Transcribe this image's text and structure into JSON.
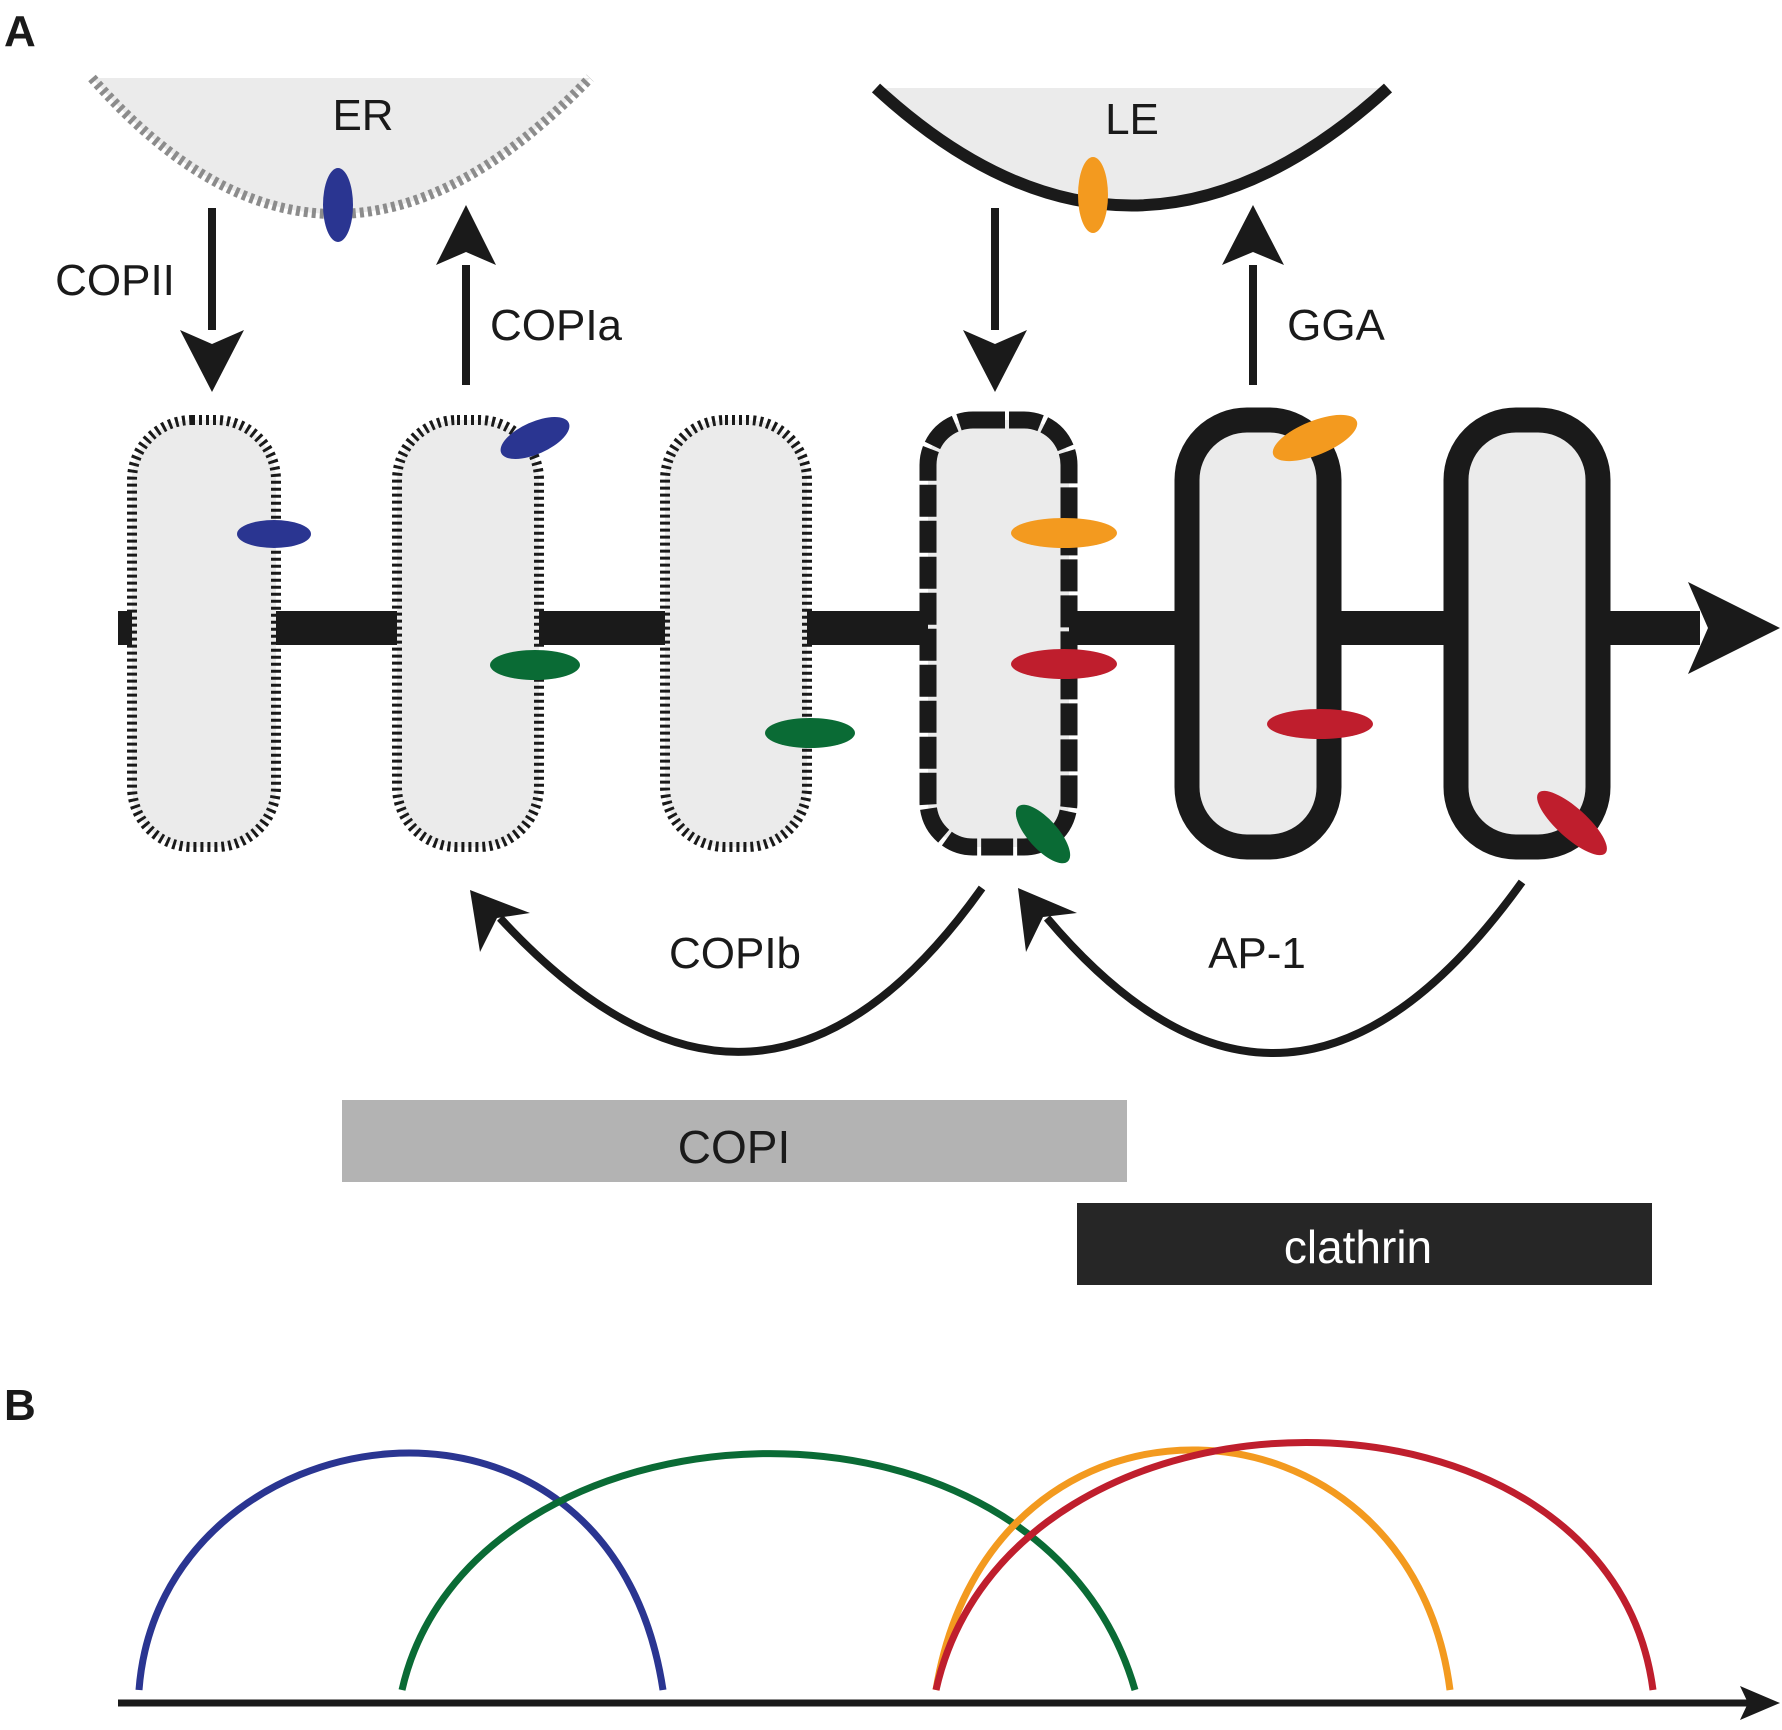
{
  "panels": {
    "a": "A",
    "b": "B"
  },
  "organelles": {
    "er": "ER",
    "le": "LE"
  },
  "pathways": {
    "copii": "COPII",
    "copia": "COPIa",
    "copib": "COPIb",
    "gga": "GGA",
    "ap1": "AP-1"
  },
  "coats": {
    "copi": "COPI",
    "clathrin": "clathrin"
  },
  "colors": {
    "blue": "#2a3591",
    "green": "#0a6b35",
    "orange": "#f39a1f",
    "red": "#bf1e2d",
    "fill": "#ebebeb",
    "dark": "#1a1a1a",
    "copi_bar": "#b3b3b3",
    "clathrin_bar": "#262626"
  }
}
